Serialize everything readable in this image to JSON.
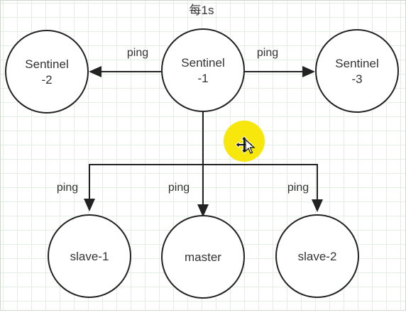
{
  "diagram": {
    "top_label": "每1s",
    "nodes": {
      "sentinel_1": {
        "line1": "Sentinel",
        "line2": "-1"
      },
      "sentinel_2": {
        "line1": "Sentinel",
        "line2": "-2"
      },
      "sentinel_3": {
        "line1": "Sentinel",
        "line2": "-3"
      },
      "slave_1": {
        "label": "slave-1"
      },
      "master": {
        "label": "master"
      },
      "slave_2": {
        "label": "slave-2"
      }
    },
    "edges": {
      "to_sentinel_2": "ping",
      "to_sentinel_3": "ping",
      "to_slave_1": "ping",
      "to_master": "ping",
      "to_slave_2": "ping"
    },
    "cursor": {
      "highlight_color": "#f7e600",
      "icon": "move-cursor-icon"
    },
    "colors": {
      "stroke": "#222222",
      "text": "#333333",
      "grid": "#e3ede3"
    }
  }
}
